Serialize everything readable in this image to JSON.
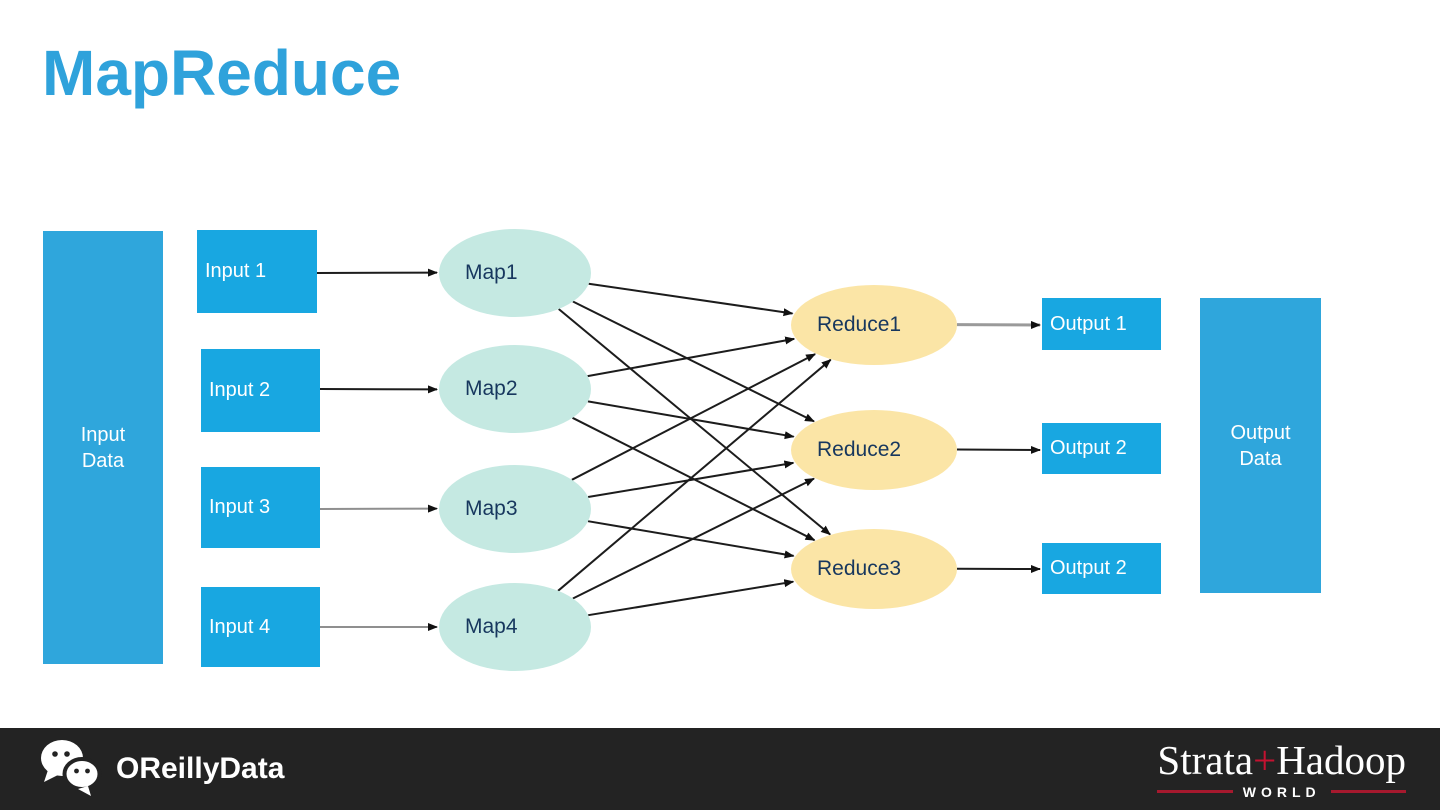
{
  "title": "MapReduce",
  "diagram": {
    "input_data_label": "Input\nData",
    "inputs": [
      "Input 1",
      "Input 2",
      "Input 3",
      "Input 4"
    ],
    "maps": [
      "Map1",
      "Map2",
      "Map3",
      "Map4"
    ],
    "reduces": [
      "Reduce1",
      "Reduce2",
      "Reduce3"
    ],
    "outputs": [
      "Output 1",
      "Output 2",
      "Output 2"
    ],
    "output_data_label": "Output\nData",
    "edges": [
      {
        "from": "input-1",
        "to": "map-1",
        "style": "black"
      },
      {
        "from": "input-2",
        "to": "map-2",
        "style": "black"
      },
      {
        "from": "input-3",
        "to": "map-3",
        "style": "gray"
      },
      {
        "from": "input-4",
        "to": "map-4",
        "style": "gray"
      },
      {
        "from": "map-1",
        "to": "reduce-1",
        "style": "black"
      },
      {
        "from": "map-1",
        "to": "reduce-2",
        "style": "black"
      },
      {
        "from": "map-1",
        "to": "reduce-3",
        "style": "black"
      },
      {
        "from": "map-2",
        "to": "reduce-1",
        "style": "black"
      },
      {
        "from": "map-2",
        "to": "reduce-2",
        "style": "black"
      },
      {
        "from": "map-2",
        "to": "reduce-3",
        "style": "black"
      },
      {
        "from": "map-3",
        "to": "reduce-1",
        "style": "black"
      },
      {
        "from": "map-3",
        "to": "reduce-2",
        "style": "black"
      },
      {
        "from": "map-3",
        "to": "reduce-3",
        "style": "black"
      },
      {
        "from": "map-4",
        "to": "reduce-1",
        "style": "black"
      },
      {
        "from": "map-4",
        "to": "reduce-2",
        "style": "black"
      },
      {
        "from": "map-4",
        "to": "reduce-3",
        "style": "black"
      },
      {
        "from": "reduce-1",
        "to": "output-1",
        "style": "gray-thick"
      },
      {
        "from": "reduce-2",
        "to": "output-2",
        "style": "black"
      },
      {
        "from": "reduce-3",
        "to": "output-3",
        "style": "black"
      }
    ],
    "edge_styles": {
      "black": {
        "color": "#1c1c1c",
        "width": 2
      },
      "gray": {
        "color": "#8f8f8f",
        "width": 2
      },
      "gray-thick": {
        "color": "#9a9a9a",
        "width": 3
      }
    }
  },
  "colors": {
    "title_blue": "#2fa2db",
    "box_blue": "#18a7e1",
    "map_fill": "#c5e9e2",
    "reduce_fill": "#fbe5a6",
    "node_text_navy": "#17375e",
    "footer_bg": "#232323",
    "logo_red": "#c41230"
  },
  "footer": {
    "brand_icon": "wechat",
    "brand": "OReillyData",
    "logo_strata": "Strata",
    "logo_plus": "+",
    "logo_hadoop": "Hadoop",
    "logo_world": "WORLD"
  }
}
